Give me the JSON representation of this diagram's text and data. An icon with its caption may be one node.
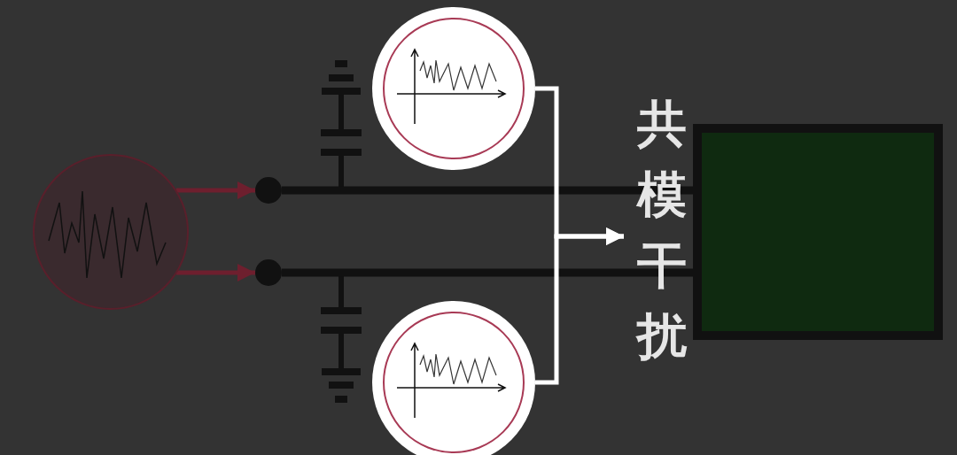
{
  "diagram": {
    "nodes": [
      {
        "text": [],
        "shape": "circle"
      },
      {
        "text": [],
        "shape": "circle"
      },
      {
        "text": [],
        "shape": "circle"
      },
      {
        "text": [],
        "shape": "circle"
      },
      {
        "text": [],
        "shape": "circle"
      },
      {
        "text": [
          "共模干扰"
        ]
      },
      {
        "text": [],
        "shape": "box"
      }
    ],
    "edges": [
      {
        "from": 0,
        "to": 1,
        "arrow": "to",
        "color": "#6e1f2e"
      },
      {
        "from": 0,
        "to": 2,
        "arrow": "to",
        "color": "#6e1f2e"
      },
      {
        "from": 1,
        "to": 6,
        "arrow": "none",
        "style": "thick",
        "color": "#111111"
      },
      {
        "from": 2,
        "to": 6,
        "arrow": "none",
        "style": "thick",
        "color": "#111111"
      },
      {
        "from": 3,
        "to": 5,
        "arrow": "to",
        "color": "#ffffff"
      },
      {
        "from": 4,
        "to": 5,
        "arrow": "to",
        "color": "#ffffff"
      }
    ]
  }
}
